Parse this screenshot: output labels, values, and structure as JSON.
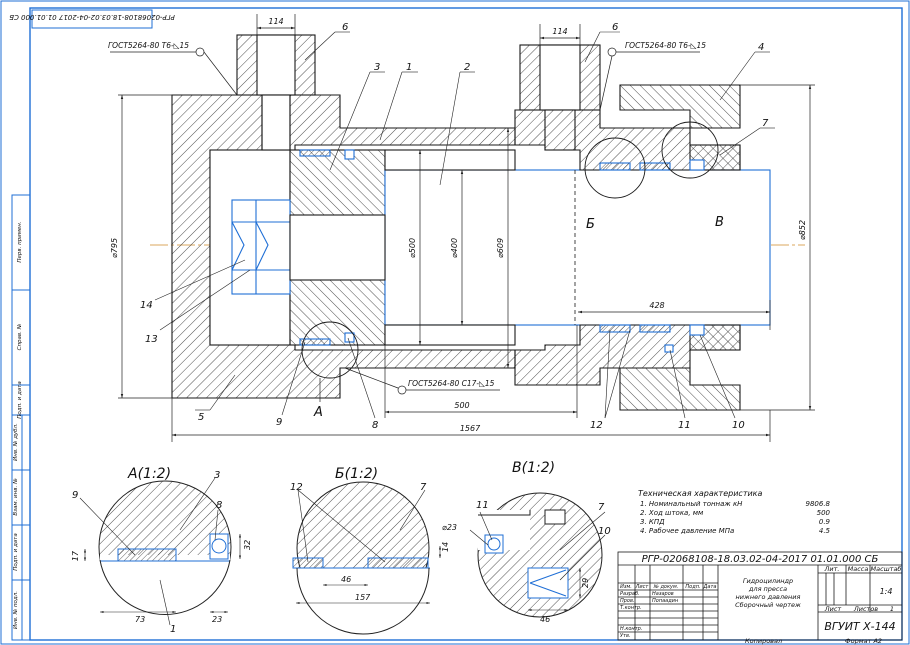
{
  "stamp_top": "РГР-02068108-18.03.02-04-2017 01.01.000 СБ",
  "gost_surface": "ГОСТ5264-80 Т6-◺15",
  "gost_weld": "ГОСТ5264-80 С17-◺15",
  "dims": {
    "port": "114",
    "d795": "⌀795",
    "d500": "⌀500",
    "d400": "⌀400",
    "d609": "⌀609",
    "d852": "⌀852",
    "len428": "428",
    "len500": "500",
    "len1567": "1567",
    "d23": "⌀23"
  },
  "balloons": [
    "1",
    "2",
    "3",
    "4",
    "5",
    "6",
    "7",
    "8",
    "9",
    "10",
    "11",
    "12",
    "13",
    "14"
  ],
  "view_letters": {
    "A": "А",
    "B": "Б",
    "V": "В"
  },
  "details": {
    "A_title": "А(1:2)",
    "B_title": "Б(1:2)",
    "V_title": "В(1:2)",
    "A_dims": {
      "d17": "17",
      "d32": "32",
      "d73": "73",
      "d23": "23"
    },
    "B_dims": {
      "d14": "14",
      "d46": "46",
      "d157": "157"
    },
    "V_dims": {
      "d29": "29",
      "d46": "46"
    }
  },
  "specs": {
    "heading": "Техническая характеристика",
    "rows": [
      {
        "label": "1. Номинальный тоннаж кН",
        "value": "9806.8"
      },
      {
        "label": "2. Ход штока, мм",
        "value": "500"
      },
      {
        "label": "3. КПД",
        "value": "0.9"
      },
      {
        "label": "4. Рабочее давление МПа",
        "value": "4.5"
      }
    ]
  },
  "title_block": {
    "code": "РГР-02068108-18.03.02-04-2017 01.01.000 СБ",
    "name_l1": "Гидроцилиндр",
    "name_l2": "для пресса",
    "name_l3": "нижнего давления",
    "name_l4": "Сборочный чертеж",
    "col_lit": "Лит.",
    "col_mass": "Масса",
    "col_scale": "Масштаб",
    "scale": "1:4",
    "sheet": "Лист",
    "sheets": "Листов",
    "sheets_n": "1",
    "org": "ВГУИТ Х-144",
    "hdr_izm": "Изм.",
    "hdr_list": "Лист",
    "hdr_doc": "№ докум.",
    "hdr_sign": "Подп.",
    "hdr_date": "Дата",
    "r_razrab": "Разраб.",
    "r_prov": "Пров.",
    "r_tkontr": "Т.контр.",
    "r_nkontr": "Н.контр.",
    "r_utv": "Утв.",
    "person1": "Назаров",
    "person2": "Попаадин",
    "copied": "Копировал",
    "format": "Формат А2"
  },
  "side_labels": [
    "Перв. примен.",
    "Справ. №",
    "Подп. и дата",
    "Инв. № дубл.",
    "Взам. инв. №",
    "Подп. и дата",
    "Инв. № подл."
  ],
  "colors": {
    "line": "#1a1a1a",
    "accent": "#1f6fd6",
    "center": "#d08a2a"
  }
}
